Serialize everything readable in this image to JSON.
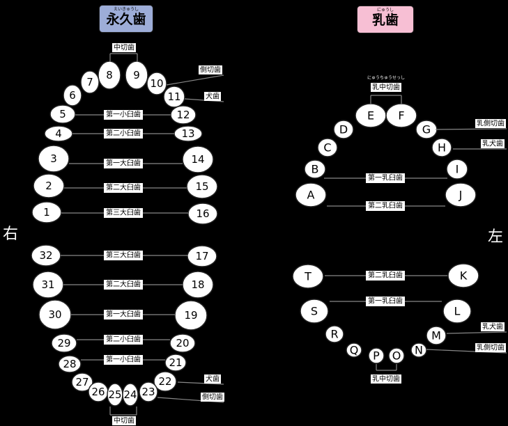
{
  "permanent": {
    "title": "永久歯",
    "title_ruby": "えいきゅうし",
    "title_bg": "#9dadd8",
    "center_label": "中切歯",
    "tooth_numbers": [
      "8",
      "9",
      "7",
      "10",
      "6",
      "11",
      "5",
      "12",
      "4",
      "13",
      "3",
      "14",
      "2",
      "15",
      "1",
      "16",
      "32",
      "17",
      "31",
      "18",
      "30",
      "19",
      "29",
      "20",
      "28",
      "21",
      "27",
      "22",
      "26",
      "23",
      "25",
      "24"
    ],
    "row_labels": [
      "第一小臼歯",
      "第二小臼歯",
      "第一大臼歯",
      "第二大臼歯",
      "第三大臼歯",
      "第三大臼歯",
      "第二大臼歯",
      "第一大臼歯",
      "第二小臼歯",
      "第一小臼歯"
    ],
    "side_labels": [
      "側切歯",
      "犬歯",
      "犬歯",
      "側切歯"
    ],
    "bottom_label": "中切歯"
  },
  "primary": {
    "title": "乳歯",
    "title_ruby": "にゅうし",
    "title_bg": "#f7bfd4",
    "top_label": "乳中切歯",
    "top_ruby": "にゅうちゅうせっし",
    "tooth_letters": [
      "E",
      "F",
      "D",
      "G",
      "C",
      "H",
      "B",
      "I",
      "A",
      "J",
      "T",
      "K",
      "S",
      "L",
      "R",
      "M",
      "Q",
      "N",
      "P",
      "O"
    ],
    "row_labels": [
      "第一乳臼歯",
      "第二乳臼歯",
      "第二乳臼歯",
      "第一乳臼歯"
    ],
    "side_labels": [
      "乳側切歯",
      "乳犬歯",
      "乳犬歯",
      "乳側切歯"
    ],
    "bottom_label": "乳中切歯"
  },
  "side_right": "右",
  "side_left": "左"
}
